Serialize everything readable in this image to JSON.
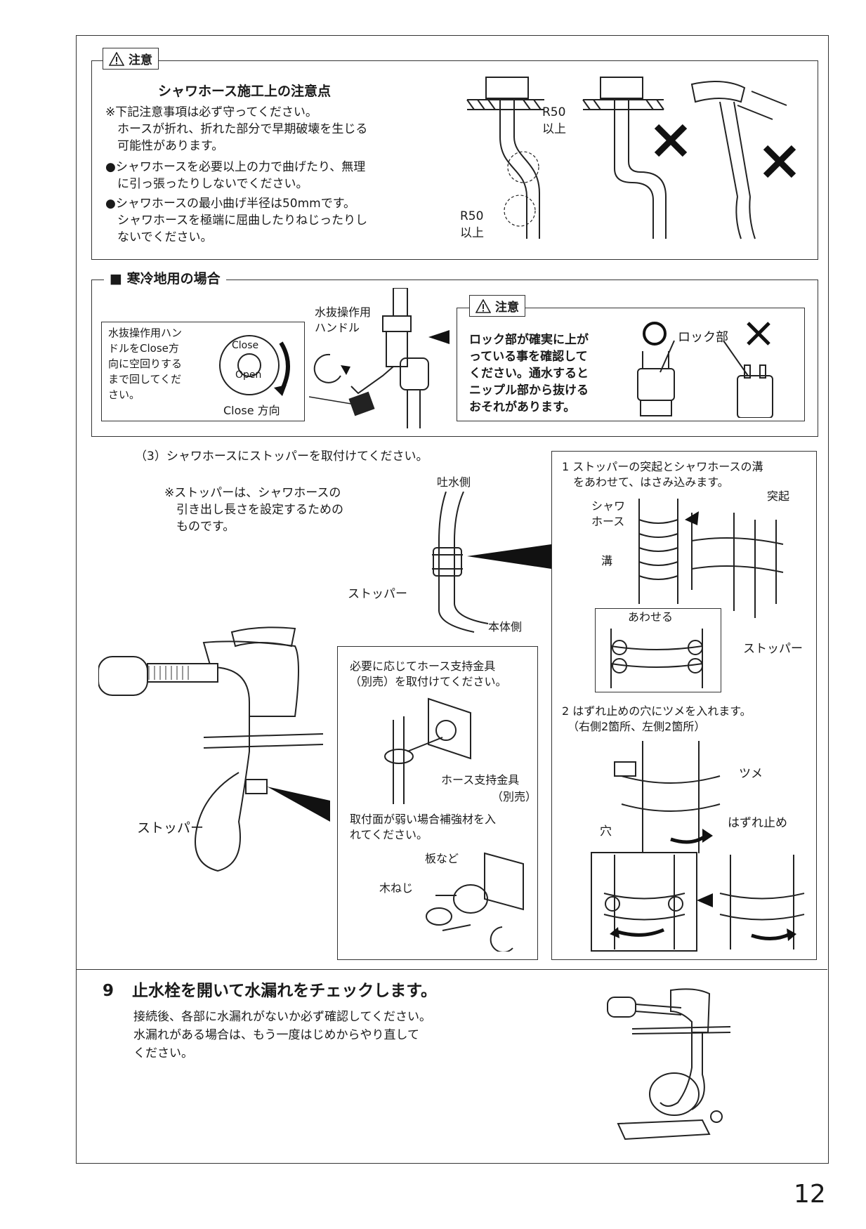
{
  "caution_box": {
    "tag": "注意",
    "title": "シャワホース施工上の注意点",
    "notes": [
      "※下記注意事項は必ず守ってください。",
      "　ホースが折れ、折れた部分で早期破壊を生じる",
      "　可能性があります。",
      "●シャワホースを必要以上の力で曲げたり、無理",
      "　に引っ張ったりしないでください。",
      "●シャワホースの最小曲げ半径は50mmです。",
      "　シャワホースを極端に屈曲したりねじったりし",
      "　ないでください。"
    ],
    "r50_top": [
      "R50",
      "以上"
    ],
    "r50_bottom": [
      "R50",
      "以上"
    ]
  },
  "cold_region": {
    "heading": "■ 寒冷地用の場合",
    "handle_note": [
      "水抜操作用ハン",
      "ドルをClose方",
      "向に空回りする",
      "まで回してくだ",
      "さい。"
    ],
    "close_direction": "Close 方向",
    "handle_label": [
      "水抜操作用",
      "ハンドル"
    ],
    "knob_close": "Close",
    "knob_open": "Open",
    "caution_tag": "注意",
    "caution_text": [
      "ロック部が確実に上が",
      "っている事を確認して",
      "ください。通水すると",
      "ニップル部から抜ける",
      "おそれがあります。"
    ],
    "lock_label": "ロック部",
    "ok_mark": "○",
    "ng_mark": "✕"
  },
  "step3": {
    "heading": "（3）シャワホースにストッパーを取付けてください。",
    "note": [
      "※ストッパーは、シャワホースの",
      "　引き出し長さを設定するための",
      "　ものです。"
    ],
    "spout_side": "吐水側",
    "stopper": "ストッパー",
    "body_side": "本体側",
    "stopper_bottom": "ストッパー",
    "support_box": {
      "text1": [
        "必要に応じてホース支持金具",
        "（別売）を取付けてください。"
      ],
      "bracket": "ホース支持金具",
      "bracket_sub": "（別売）",
      "text2": [
        "取付面が弱い場合補強材を入",
        "れてください。"
      ],
      "plate": "板など",
      "screw": "木ねじ"
    },
    "right_box": {
      "step1": [
        "1 ストッパーの突起とシャワホースの溝",
        "　をあわせて、はさみ込みます。"
      ],
      "shower_hose": [
        "シャワ",
        "ホース"
      ],
      "protrusion": "突起",
      "groove": "溝",
      "align": "あわせる",
      "stopper": "ストッパー",
      "step2": [
        "2 はずれ止めの穴にツメを入れます。",
        "　（右側2箇所、左側2箇所）"
      ],
      "claw": "ツメ",
      "hole": "穴",
      "stop": "はずれ止め"
    }
  },
  "step9": {
    "number": "9",
    "title": "止水栓を開いて水漏れをチェックします。",
    "body": [
      "接続後、各部に水漏れがないか必ず確認してください。",
      "水漏れがある場合は、もう一度はじめからやり直して",
      "ください。"
    ]
  },
  "page_number": "12"
}
